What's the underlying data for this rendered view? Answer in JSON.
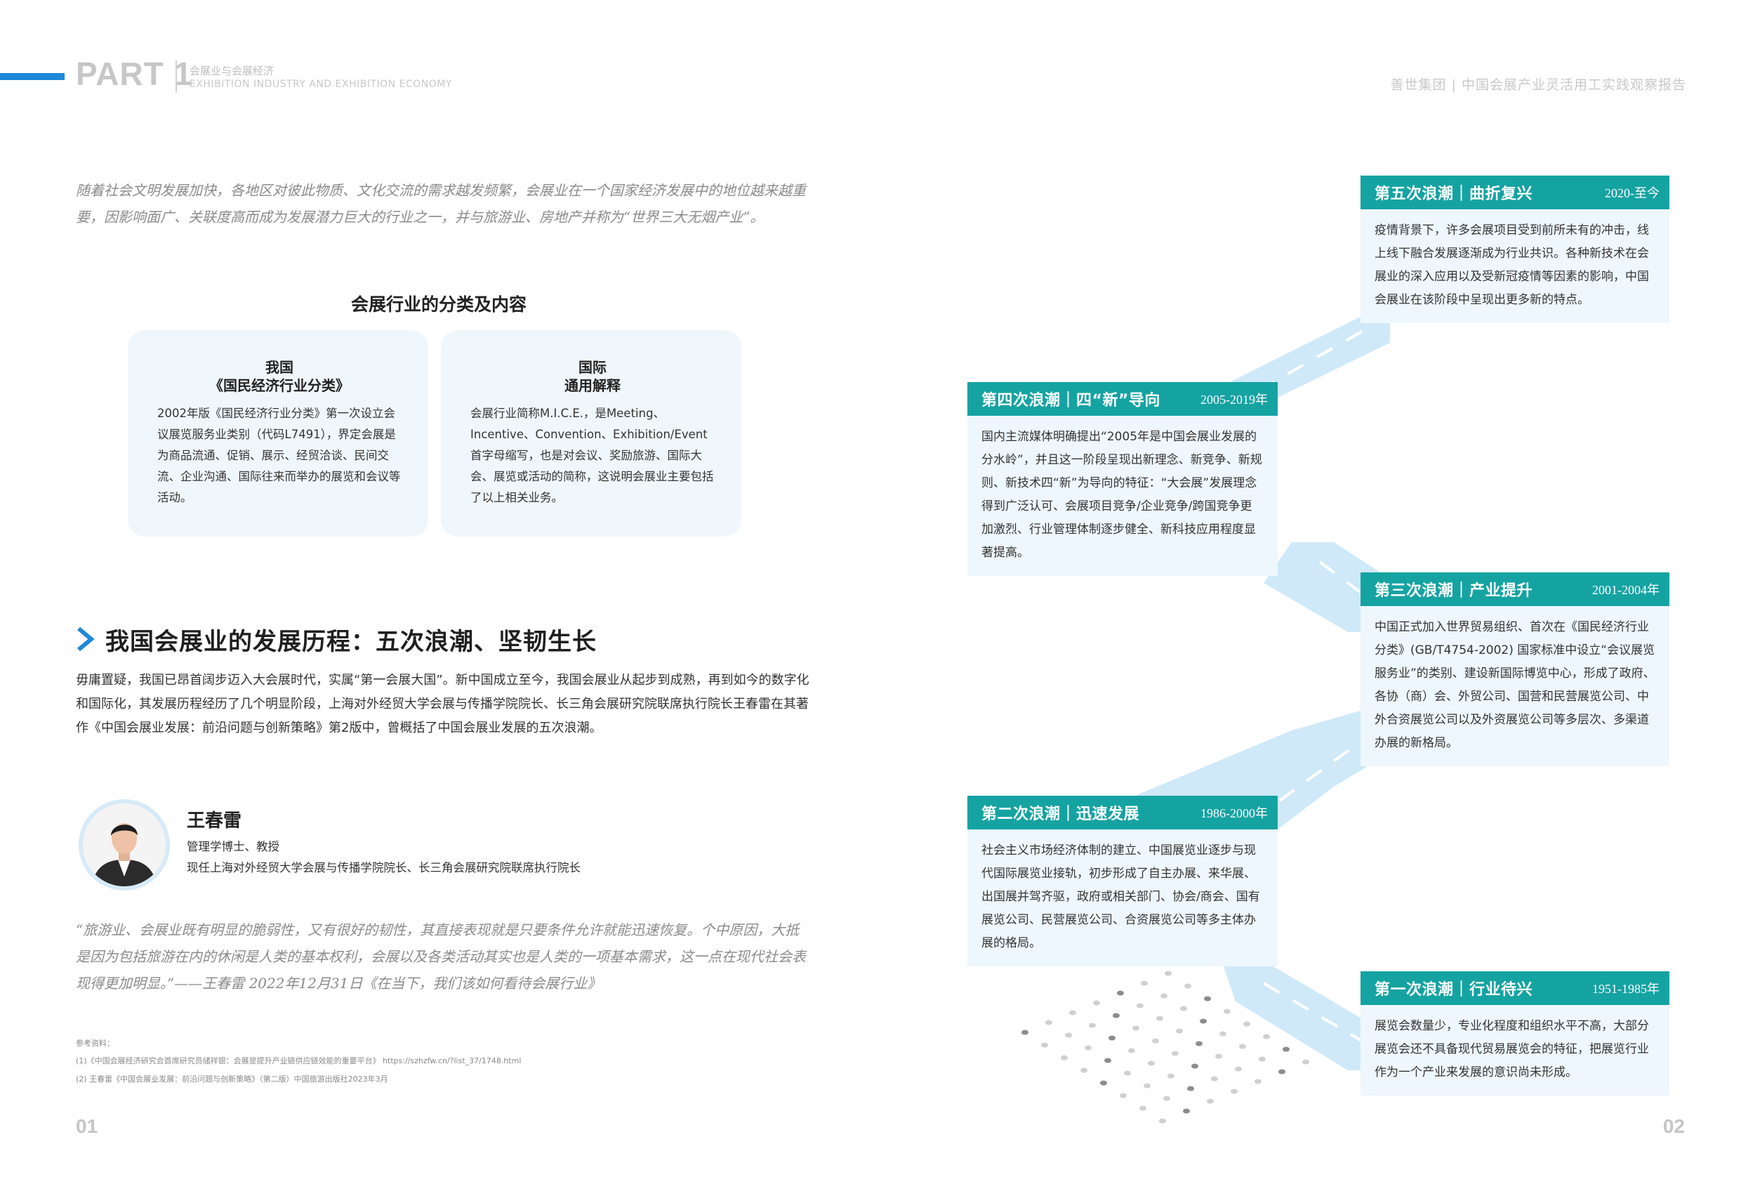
{
  "header": {
    "part": "PART 1",
    "section_cn": "会展业与会展经济",
    "section_en": "EXHIBITION INDUSTRY AND EXHIBITION ECONOMY",
    "report_title": "善世集团 | 中国会展产业灵活用工实践观察报告"
  },
  "intro": "随着社会文明发展加快，各地区对彼此物质、文化交流的需求越发频繁，会展业在一个国家经济发展中的地位越来越重要，因影响面广、关联度高而成为发展潜力巨大的行业之一，并与旅游业、房地产并称为“世界三大无烟产业”。",
  "classification": {
    "title": "会展行业的分类及内容",
    "cards": [
      {
        "heading1": "我国",
        "heading2": "《国民经济行业分类》",
        "text": "2002年版《国民经济行业分类》第一次设立会议展览服务业类别（代码L7491），界定会展是为商品流通、促销、展示、经贸洽谈、民间交流、企业沟通、国际往来而举办的展览和会议等活动。"
      },
      {
        "heading1": "国际",
        "heading2": "通用解释",
        "text": "会展行业简称M.I.C.E.，是Meeting、Incentive、Convention、Exhibition/Event 首字母缩写，也是对会议、奖励旅游、国际大会、展览或活动的简称，这说明会展业主要包括了以上相关业务。"
      }
    ]
  },
  "history": {
    "title": "我国会展业的发展历程：五次浪潮、坚韧生长",
    "body": "毋庸置疑，我国已昂首阔步迈入大会展时代，实属“第一会展大国”。新中国成立至今，我国会展业从起步到成熟，再到如今的数字化和国际化，其发展历程经历了几个明显阶段，上海对外经贸大学会展与传播学院院长、长三角会展研究院联席执行院长王春雷在其著作《中国会展业发展：前沿问题与创新策略》第2版中，曾概括了中国会展业发展的五次浪潮。"
  },
  "person": {
    "name": "王春雷",
    "title1": "管理学博士、教授",
    "title2": "现任上海对外经贸大学会展与传播学院院长、长三角会展研究院联席执行院长"
  },
  "quote": "“旅游业、会展业既有明显的脆弱性，又有很好的韧性，其直接表现就是只要条件允许就能迅速恢复。个中原因，大抵是因为包括旅游在内的休闲是人类的基本权利，会展以及各类活动其实也是人类的一项基本需求，这一点在现代社会表现得更加明显。”——王春雷 2022年12月31日《在当下，我们该如何看待会展行业》",
  "references": {
    "heading": "参考资料：",
    "items": [
      "(1)《中国会展经济研究会首席研究员储祥银：会展是提升产业链供应链效能的重要平台》 https://szhzfw.cn/?list_37/1748.html",
      "(2) 王春雷《中国会展业发展：前沿问题与创新策略》（第二版）中国旅游出版社2023年3月"
    ]
  },
  "pages": {
    "left": "01",
    "right": "02"
  },
  "waves": {
    "w5": {
      "title": "第五次浪潮｜曲折复兴",
      "years": "2020-至今",
      "text": "疫情背景下，许多会展项目受到前所未有的冲击，线上线下融合发展逐渐成为行业共识。各种新技术在会展业的深入应用以及受新冠疫情等因素的影响，中国会展业在该阶段中呈现出更多新的特点。"
    },
    "w4": {
      "title": "第四次浪潮｜四“新”导向",
      "years": "2005-2019年",
      "text": "国内主流媒体明确提出“2005年是中国会展业发展的分水岭”，并且这一阶段呈现出新理念、新竞争、新规则、新技术四“新”为导向的特征：“大会展”发展理念得到广泛认可、会展项目竞争/企业竞争/跨国竞争更加激烈、行业管理体制逐步健全、新科技应用程度显著提高。"
    },
    "w3": {
      "title": "第三次浪潮｜产业提升",
      "years": "2001-2004年",
      "text": "中国正式加入世界贸易组织、首次在《国民经济行业分类》(GB/T4754-2002) 国家标准中设立“会议展览服务业”的类别、建设新国际博览中心，形成了政府、各协（商）会、外贸公司、国营和民营展览公司、中外合资展览公司以及外资展览公司等多层次、多渠道办展的新格局。"
    },
    "w2": {
      "title": "第二次浪潮｜迅速发展",
      "years": "1986-2000年",
      "text": "社会主义市场经济体制的建立、中国展览业逐步与现代国际展览业接轨，初步形成了自主办展、来华展、出国展并驾齐驱，政府或相关部门、协会/商会、国有展览公司、民营展览公司、合资展览公司等多主体办展的格局。"
    },
    "w1": {
      "title": "第一次浪潮｜行业待兴",
      "years": "1951-1985年",
      "text": "展览会数量少，专业化程度和组织水平不高，大部分展览会还不具备现代贸易展览会的特征，把展览行业作为一个产业来发展的意识尚未形成。"
    }
  },
  "colors": {
    "accent_blue": "#1e88d8",
    "wave_header": "#15a3a2",
    "card_bg": "#f0f7fc",
    "road": "#cfe9f8"
  }
}
